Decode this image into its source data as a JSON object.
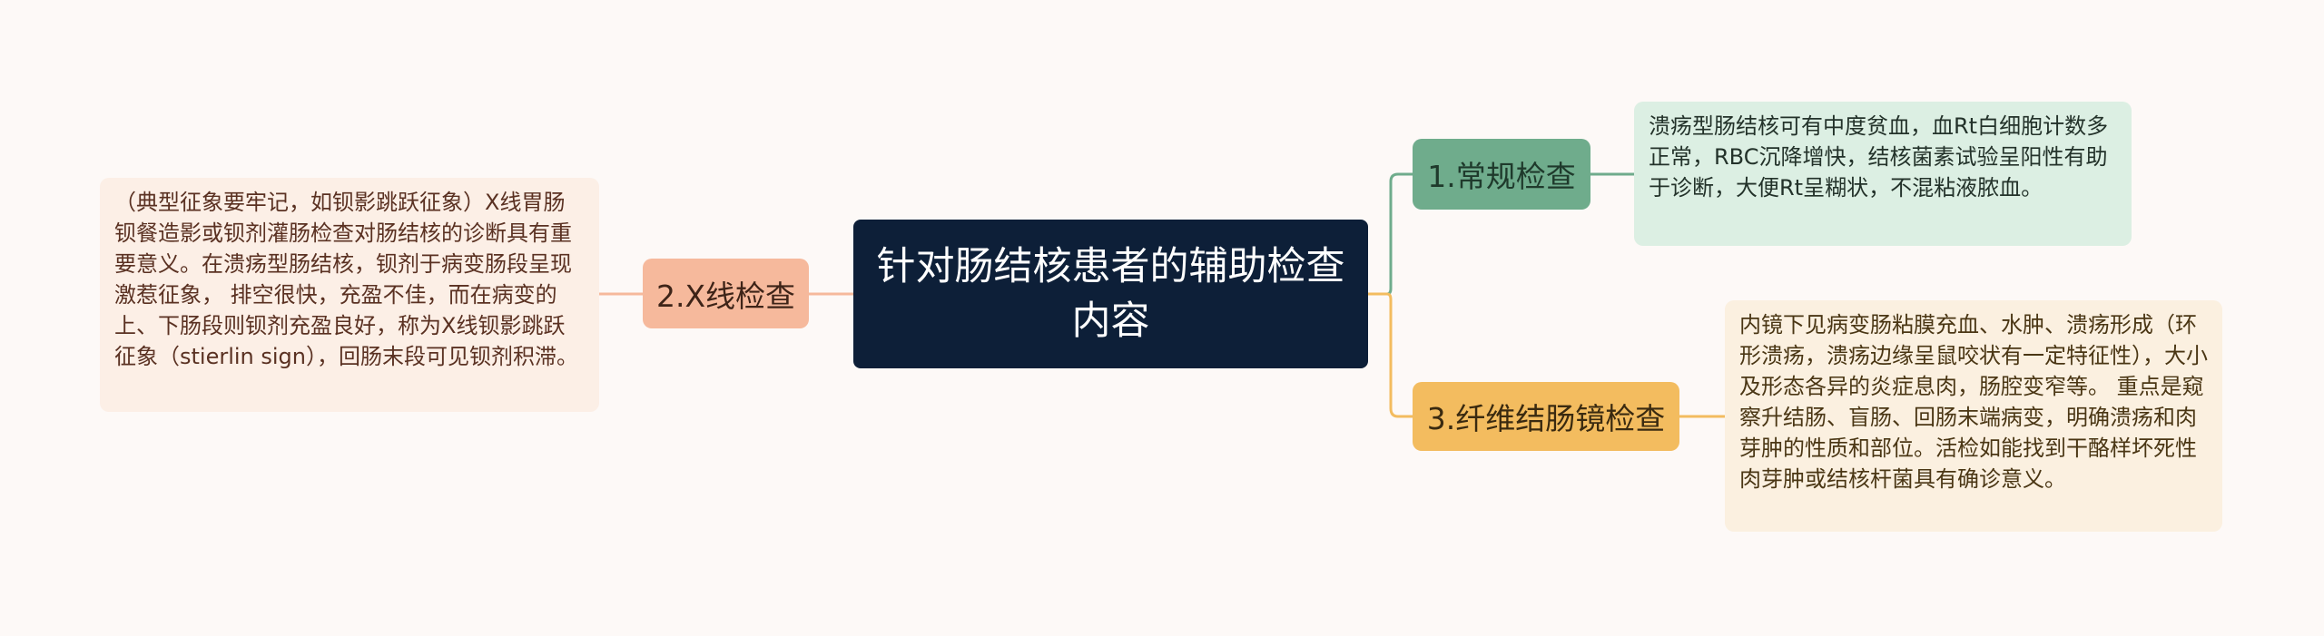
{
  "root": {
    "label": "针对肠结核患者的辅助检查内容"
  },
  "branches": [
    {
      "label": "1.常规检查",
      "detail": "溃疡型肠结核可有中度贫血，血Rt白细胞计数多正常，RBC沉降增快，结核菌素试验呈阳性有助于诊断，大便Rt呈糊状，不混粘液脓血。"
    },
    {
      "label": "2.X线检查",
      "detail": "（典型征象要牢记，如钡影跳跃征象）X线胃肠钡餐造影或钡剂灌肠检查对肠结核的诊断具有重要意义。在溃疡型肠结核，钡剂于病变肠段呈现激惹征象， 排空很快，充盈不佳，而在病变的上、下肠段则钡剂充盈良好，称为X线钡影跳跃征象（stierlin sign），回肠末段可见钡剂积滞。"
    },
    {
      "label": "3.纤维结肠镜检查",
      "detail": "内镜下见病变肠粘膜充血、水肿、溃疡形成（环形溃疡，溃疡边缘呈鼠咬状有一定特征性），大小及形态各异的炎症息肉，肠腔变窄等。 重点是窥察升结肠、盲肠、回肠末端病变，明确溃疡和肉芽肿的性质和部位。活检如能找到干酪样坏死性肉芽肿或结核杆菌具有确诊意义。"
    }
  ],
  "colors": {
    "background": "#fdf9f7",
    "root": "#0d1f38",
    "branch1": "#6fac8c",
    "branch2": "#f6b99c",
    "branch3": "#f3bc5f"
  }
}
